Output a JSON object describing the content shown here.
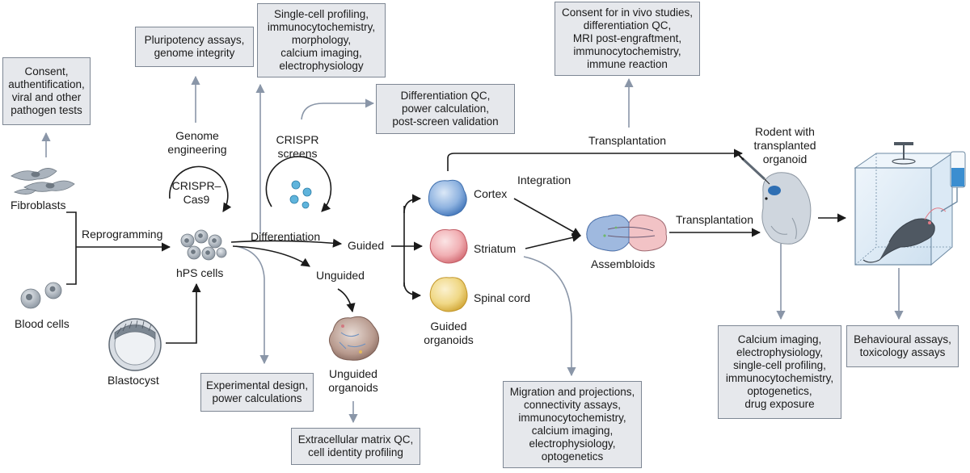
{
  "boxes": {
    "consent": [
      "Consent,",
      "authentification,",
      "viral and other",
      "pathogen tests"
    ],
    "pluripotency": [
      "Pluripotency assays,",
      "genome integrity"
    ],
    "single_cell": [
      "Single-cell profiling,",
      "immunocytochemistry,",
      "morphology,",
      "calcium imaging,",
      "electrophysiology"
    ],
    "differentiation_qc": [
      "Differentiation QC,",
      "power calculation,",
      "post-screen validation"
    ],
    "in_vivo": [
      "Consent for in vivo studies,",
      "differentiation QC,",
      "MRI post-engraftment,",
      "immunocytochemistry,",
      "immune reaction"
    ],
    "experimental_design": [
      "Experimental design,",
      "power calculations"
    ],
    "ecm_qc": [
      "Extracellular matrix QC,",
      "cell identity profiling"
    ],
    "migration": [
      "Migration and projections,",
      "connectivity assays,",
      "immunocytochemistry,",
      "calcium imaging,",
      "electrophysiology,",
      "optogenetics"
    ],
    "calcium": [
      "Calcium imaging,",
      "electrophysiology,",
      "single-cell profiling,",
      "immunocytochemistry,",
      "optogenetics,",
      "drug exposure"
    ],
    "behavioural": [
      "Behavioural assays,",
      "toxicology assays"
    ]
  },
  "labels": {
    "fibroblasts": "Fibroblasts",
    "blood_cells": "Blood cells",
    "blastocyst": "Blastocyst",
    "reprogramming": "Reprogramming",
    "genome_engineering": [
      "Genome",
      "engineering"
    ],
    "crispr_cas9": [
      "CRISPR–",
      "Cas9"
    ],
    "crispr_screens": [
      "CRISPR",
      "screens"
    ],
    "hps_cells": "hPS cells",
    "differentiation": "Differentiation",
    "guided": "Guided",
    "unguided": "Unguided",
    "unguided_organoids": [
      "Unguided",
      "organoids"
    ],
    "cortex": "Cortex",
    "striatum": "Striatum",
    "spinal_cord": "Spinal cord",
    "guided_organoids": [
      "Guided",
      "organoids"
    ],
    "integration": "Integration",
    "assembloids": "Assembloids",
    "transplantation_top": "Transplantation",
    "transplantation_mid": "Transplantation",
    "rodent": [
      "Rodent with",
      "transplanted",
      "organoid"
    ]
  },
  "colors": {
    "box_fill": "#e6e8ec",
    "box_border": "#7e8794",
    "arrow_black": "#1a1a1a",
    "arrow_grey": "#8a96a8",
    "cortex": "#5b8fd0",
    "striatum": "#e88f95",
    "spinal_cord": "#e9c45a",
    "unguided": "#9c7f74",
    "cells": "#9aa3ad",
    "rodent": "#cfd6de",
    "mouse": "#4f5862",
    "cage": "#d6e6f3"
  }
}
